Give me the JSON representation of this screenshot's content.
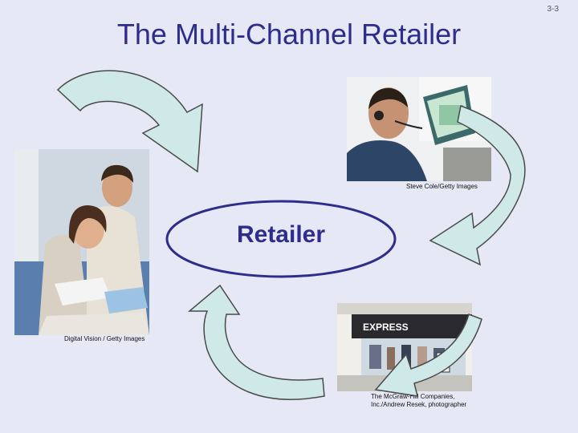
{
  "slide": {
    "page_number": "3-3",
    "title": "The Multi-Channel Retailer",
    "center_label": "Retailer"
  },
  "photos": {
    "call_center": {
      "credit": "Steve Cole/Getty Images"
    },
    "couple_catalog": {
      "credit": "Digital Vision / Getty Images"
    },
    "store": {
      "sign": "EXPRESS",
      "credit_line1": "The McGraw-Hill Companies,",
      "credit_line2": "Inc./Andrew Resek, photographer"
    }
  },
  "colors": {
    "title": "#2e2d8c",
    "arrow_fill": "#cfe9e9",
    "arrow_stroke": "#4a4a4a",
    "ellipse_fill": "#e6e9f5",
    "ellipse_stroke": "#2e2d8c"
  }
}
